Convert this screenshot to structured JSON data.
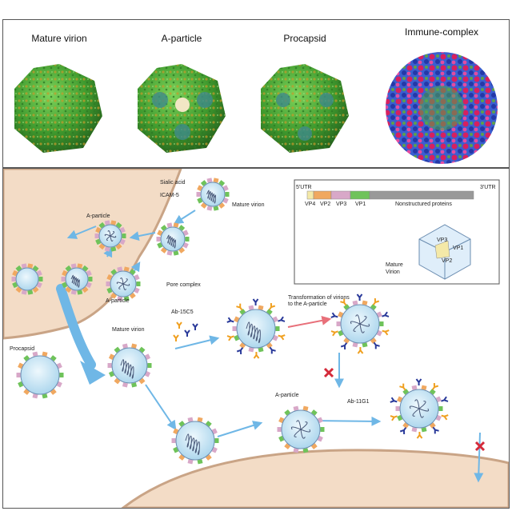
{
  "top_panel": {
    "titles": [
      "Mature virion",
      "A-particle",
      "Procapsid",
      "Immune-complex"
    ]
  },
  "genome_box": {
    "utr5": "5'UTR",
    "utr3": "3'UTR",
    "segments": [
      "VP4",
      "VP2",
      "VP3",
      "VP1",
      "Nonstructured proteins"
    ],
    "virion_label": "Mature Virion",
    "icosa_labels": [
      "VP3",
      "VP1",
      "VP2"
    ],
    "colors": {
      "vp4": "#f4e9a8",
      "vp2": "#f0a860",
      "vp3": "#d8a8c8",
      "vp1": "#6fc35a",
      "nonstructural": "#999999"
    }
  },
  "labels": {
    "sialic_acid": "Sialic acid",
    "icam5": "ICAM-5",
    "mature_virion_cell": "Mature virion",
    "a_particle_cell": "A-particle",
    "a_particle_lower": "A-particle",
    "pore_complex": "Pore complex",
    "ab_15c5": "Ab-15C5",
    "transformation": "Transformation of virions\nto the A-particle",
    "mature_virion_mid": "Mature virion",
    "procapsid": "Procapsid",
    "a_particle_bottom": "A-particle",
    "ab_11g1": "Ab-11G1"
  },
  "colors": {
    "cell": "#f3dcc6",
    "cell_edge": "#c9a486",
    "arrow": "#6fb7e6",
    "red_arrow": "#e8707a",
    "block": "#d42a3a",
    "capsid": "#d6ecf6"
  }
}
